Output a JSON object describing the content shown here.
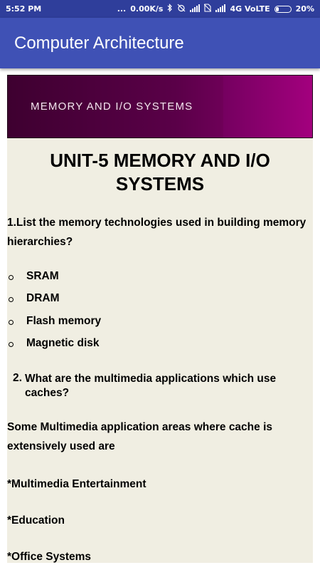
{
  "status_bar": {
    "time": "5:52 PM",
    "dots": "...",
    "speed": "0.00K/s",
    "network": "4G VoLTE",
    "battery": "20%",
    "battery_level": 0.2
  },
  "app_bar": {
    "title": "Computer Architecture"
  },
  "content": {
    "banner_text": "MEMORY AND I/O SYSTEMS",
    "unit_title": "UNIT-5  MEMORY AND I/O SYSTEMS",
    "question_1": "1.List the memory  technologies used in building memory hierarchies?",
    "bullets": [
      "SRAM",
      "DRAM",
      "Flash memory",
      "Magnetic disk"
    ],
    "question_2_number": "2.",
    "question_2_text": "What are the multimedia applications which use caches?",
    "paragraph": "Some Multimedia application areas where cache is extensively used are",
    "areas": [
      "*Multimedia Entertainment",
      "*Education",
      "*Office Systems"
    ]
  }
}
